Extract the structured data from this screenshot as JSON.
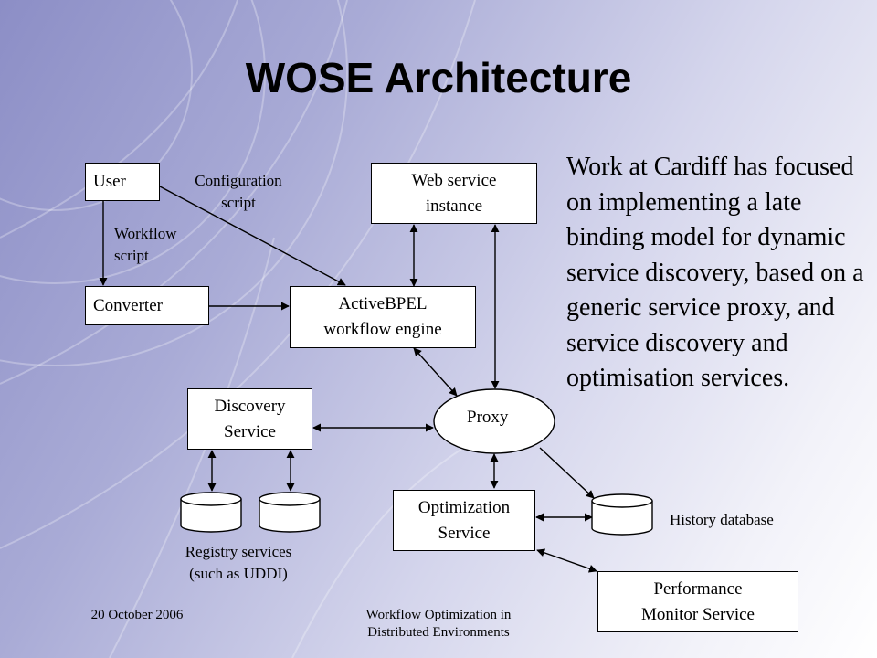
{
  "slide": {
    "title": "WOSE Architecture",
    "body_text": "Work at Cardiff has focused on implementing a late binding model for dynamic service discovery, based on a generic service proxy, and service discovery and optimisation services."
  },
  "diagram": {
    "nodes": {
      "user": "User",
      "converter": "Converter",
      "web_service": [
        "Web service",
        "instance"
      ],
      "activebpel": [
        "ActiveBPEL",
        "workflow engine"
      ],
      "discovery": [
        "Discovery",
        "Service"
      ],
      "proxy": "Proxy",
      "optimization": [
        "Optimization",
        "Service"
      ],
      "performance": [
        "Performance",
        "Monitor Service"
      ]
    },
    "labels": {
      "configuration_script": [
        "Configuration",
        "script"
      ],
      "workflow_script": [
        "Workflow",
        "script"
      ],
      "registry": [
        "Registry services",
        "(such as UDDI)"
      ],
      "history": "History database"
    }
  },
  "footer": {
    "date": "20 October 2006",
    "title": [
      "Workflow Optimization in",
      "Distributed Environments"
    ]
  }
}
